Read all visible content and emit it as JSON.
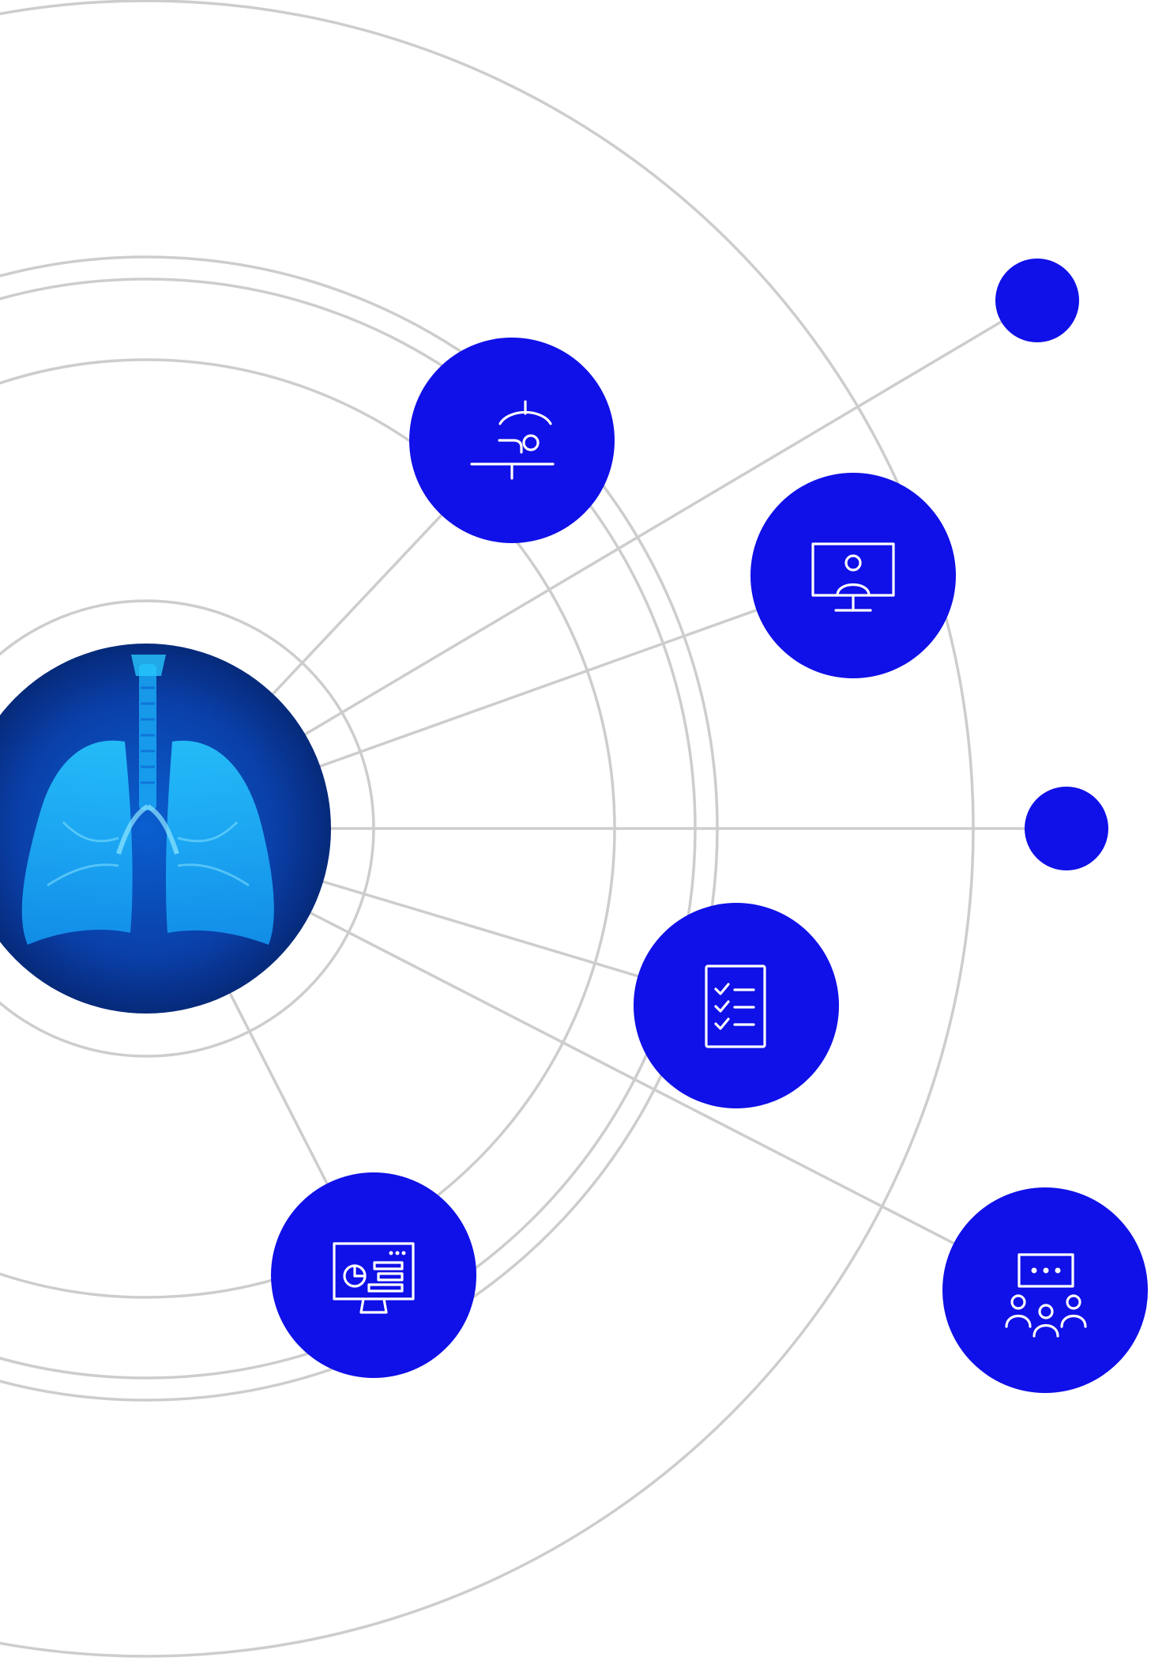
{
  "colors": {
    "background": "#ffffff",
    "line": "#cdcdcd",
    "node": "#1010e8",
    "icon": "#ffffff",
    "hub_dark": "#062a7a",
    "hub_glow": "#1fb8ff"
  },
  "hub": {
    "icon": "lungs-icon"
  },
  "nodes": [
    {
      "id": "surgery",
      "icon": "operating-table-icon"
    },
    {
      "id": "telehealth",
      "icon": "video-consultation-icon"
    },
    {
      "id": "checklist",
      "icon": "checklist-icon"
    },
    {
      "id": "dashboard",
      "icon": "analytics-dashboard-icon"
    },
    {
      "id": "meeting",
      "icon": "team-meeting-icon"
    }
  ],
  "dots": [
    {
      "id": "dot-top"
    },
    {
      "id": "dot-middle"
    }
  ]
}
